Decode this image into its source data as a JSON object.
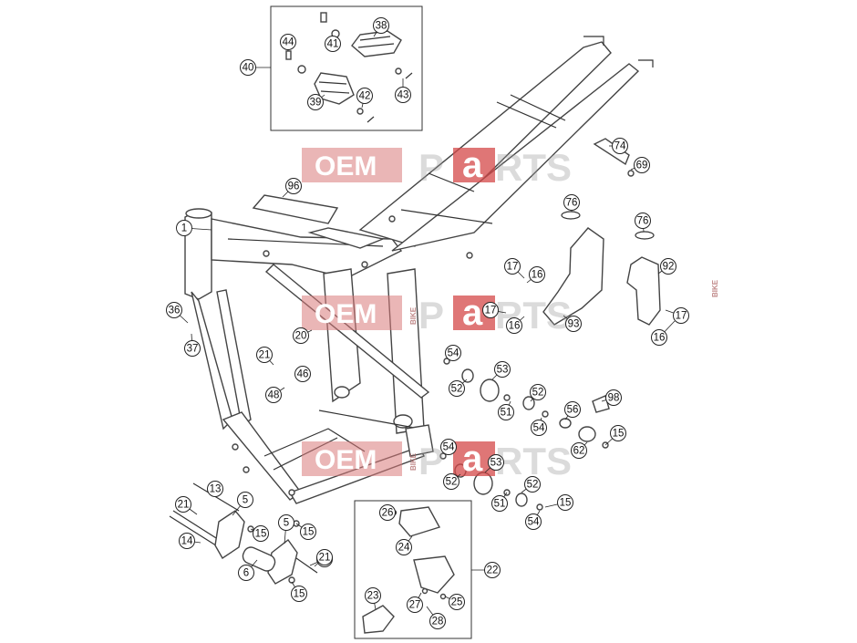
{
  "watermark": {
    "oem": "OEM",
    "bike": "BIKE",
    "letters_pre": "P",
    "letter_a": "a",
    "letters_post": "RTS"
  },
  "callouts": [
    "1",
    "5",
    "5",
    "6",
    "13",
    "14",
    "15",
    "15",
    "15",
    "15",
    "15",
    "15",
    "16",
    "16",
    "16",
    "17",
    "17",
    "17",
    "20",
    "21",
    "21",
    "21",
    "22",
    "23",
    "24",
    "25",
    "26",
    "27",
    "28",
    "36",
    "37",
    "38",
    "39",
    "40",
    "41",
    "42",
    "43",
    "44",
    "46",
    "48",
    "51",
    "51",
    "52",
    "52",
    "52",
    "52",
    "53",
    "53",
    "54",
    "54",
    "54",
    "54",
    "56",
    "62",
    "69",
    "74",
    "76",
    "76",
    "92",
    "93",
    "96",
    "98"
  ],
  "colors": {
    "watermark_red": "#d44848",
    "line": "#333333"
  }
}
